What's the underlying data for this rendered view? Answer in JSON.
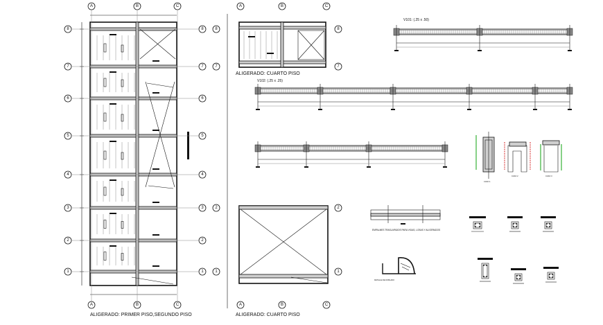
{
  "labels": {
    "plan1": "ALIGERADO: PRIMER PISO,SEGUNDO PISO",
    "plan2": "ALIGERADO: CUARTO PISO",
    "plan3": "ALIGERADO: CUARTO PISO",
    "beam1": "V101: (.25 x .50)",
    "beam2": "V102: (.25 x .25)",
    "splice": "EMPALMES TRASLAPADOS PARA VIGAS, LOSAS Y ALIGERADOS",
    "corner_detail": "DETALLE DE DOBLADO",
    "case1": "CASO 1",
    "case2": "CASO 2",
    "case3": "CASO 3"
  },
  "grid": {
    "cols": [
      "A",
      "B",
      "C"
    ],
    "rows": [
      "8",
      "7",
      "6",
      "5",
      "4",
      "3",
      "2",
      "1"
    ]
  },
  "colors": {
    "line": "#111111",
    "beam_fill": "#cfcfcf",
    "highlight_green": "#22aa22",
    "highlight_red": "#d01010"
  }
}
